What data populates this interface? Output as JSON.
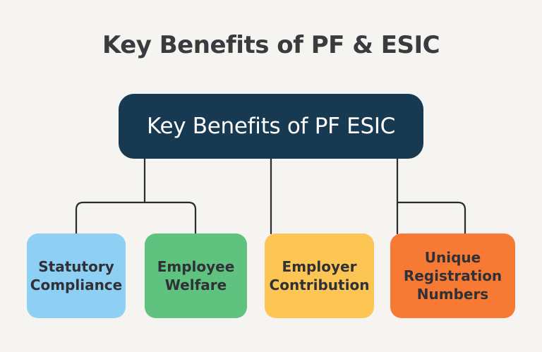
{
  "page_title": "Key Benefits of PF & ESIC",
  "root": {
    "label": "Key Benefits of PF ESIC",
    "color": "#173a52"
  },
  "children": [
    {
      "label": "Statutory\nCompliance",
      "color": "#8ecff4"
    },
    {
      "label": "Employee\nWelfare",
      "color": "#5fc27e"
    },
    {
      "label": "Employer\nContribution",
      "color": "#fdc553"
    },
    {
      "label": "Unique\nRegistration\nNumbers",
      "color": "#f77a34"
    }
  ],
  "line_color": "#2b2b2b"
}
